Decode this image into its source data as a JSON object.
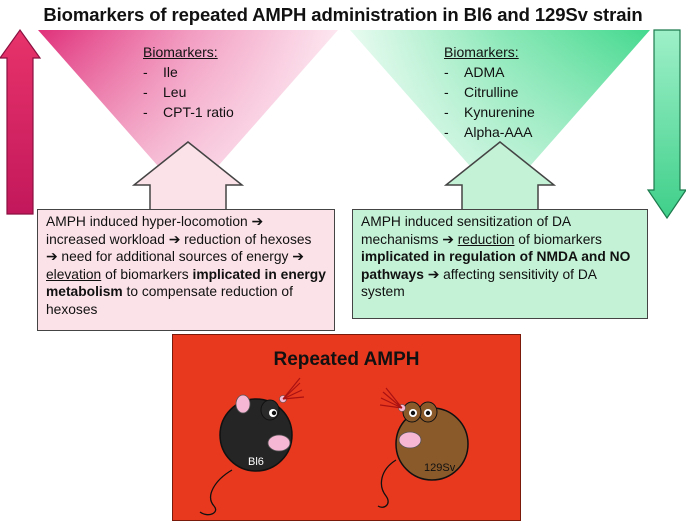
{
  "title": "Biomarkers of repeated AMPH administration in Bl6 and 129Sv strain",
  "left_panel": {
    "header": "Biomarkers:",
    "items": [
      "Ile",
      "Leu",
      "CPT-1 ratio"
    ],
    "direction": "up",
    "color": "#e8336b",
    "box": {
      "t1": "AMPH induced hyper-locomotion ",
      "a1": "➔",
      "t2": " increased workload ",
      "a2": "➔",
      "t3": " reduction of hexoses ",
      "a3": "➔",
      "t4": " need for additional sources of energy ",
      "a4": "➔",
      "t5": " ",
      "u1": "elevation",
      "t6": " of biomarkers ",
      "b1": "implicated in energy metabolism",
      "t7": " to compensate reduction of hexoses"
    }
  },
  "right_panel": {
    "header": "Biomarkers:",
    "items": [
      "ADMA",
      "Citrulline",
      "Kynurenine",
      "Alpha-AAA"
    ],
    "direction": "down",
    "color": "#5ad99a",
    "box": {
      "t1": "AMPH induced sensitization of DA mechanisms ",
      "a1": "➔",
      "t2": " ",
      "u1": "reduction",
      "t3": " of biomarkers ",
      "b1": "implicated in regulation of NMDA and NO pathways",
      "t4": " ",
      "a2": "➔",
      "t5": " affecting sensitivity of DA system"
    }
  },
  "center": {
    "title": "Repeated AMPH",
    "color": "#e8391f",
    "mice": [
      {
        "label": "Bl6",
        "color": "#222222"
      },
      {
        "label": "129Sv",
        "color": "#8b5a2b"
      }
    ]
  }
}
